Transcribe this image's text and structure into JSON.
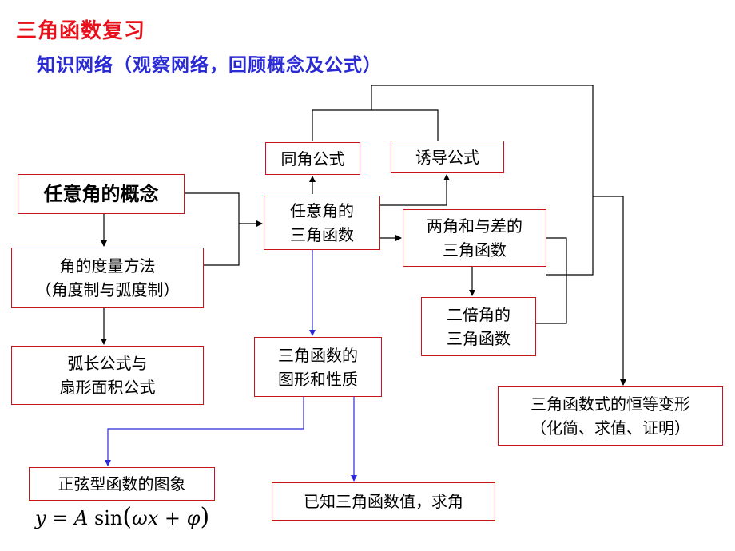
{
  "header": {
    "title": "三角函数复习",
    "subtitle": "知识网络（观察网络，回顾概念及公式）"
  },
  "nodes": {
    "concept": {
      "line1": "任意角的概念"
    },
    "measure": {
      "line1": "角的度量方法",
      "line2": "（角度制与弧度制）"
    },
    "arc": {
      "line1": "弧长公式与",
      "line2": "扇形面积公式"
    },
    "same_angle": {
      "line1": "同角公式"
    },
    "induction": {
      "line1": "诱导公式"
    },
    "trig_func": {
      "line1": "任意角的",
      "line2": "三角函数"
    },
    "sum_diff": {
      "line1": "两角和与差的",
      "line2": "三角函数"
    },
    "double_angle": {
      "line1": "二倍角的",
      "line2": "三角函数"
    },
    "graph_prop": {
      "line1": "三角函数的",
      "line2": "图形和性质"
    },
    "identity": {
      "line1": "三角函数式的恒等变形",
      "line2": "（化简、求值、证明）"
    },
    "sine_graph": {
      "line1": "正弦型函数的图象"
    },
    "find_angle": {
      "line1": "已知三角函数值，求角"
    }
  },
  "formula": {
    "y": "y",
    "eq": "=",
    "A": "A",
    "sin": "sin",
    "omega": "ω",
    "x": "x",
    "plus": "+",
    "phi": "φ"
  },
  "colors": {
    "title": "#e8101a",
    "subtitle": "#2b2bd6",
    "box_border": "#c8141c",
    "line_black": "#000000",
    "line_blue": "#2b2bd6"
  }
}
